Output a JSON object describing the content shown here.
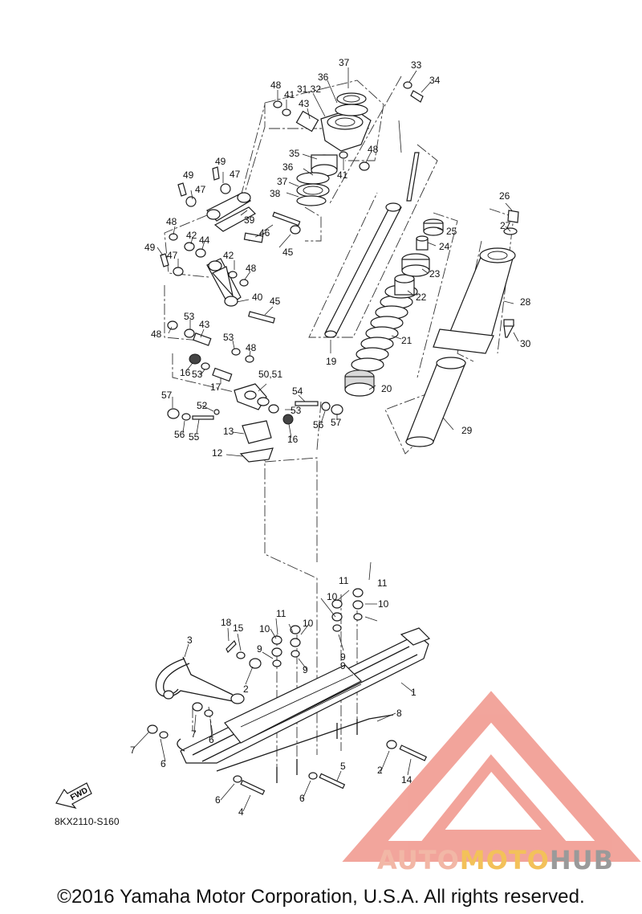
{
  "diagram": {
    "code": "8KX2110-S160",
    "fwd_label": "FWD",
    "copyright": "©2016 Yamaha Motor Corporation, U.S.A. All rights reserved.",
    "watermark": {
      "part_a": "AUTO",
      "part_b": "MOTO",
      "part_c": "HUB"
    },
    "colors": {
      "line": "#1a1a1a",
      "watermark_red": "#e85b4a",
      "watermark_yellow": "#f3c15a",
      "watermark_gray": "#9a9a9a"
    },
    "labels": [
      "1",
      "2",
      "2",
      "3",
      "4",
      "5",
      "6",
      "6",
      "6",
      "6",
      "7",
      "7",
      "8",
      "9",
      "9",
      "9",
      "9",
      "10",
      "10",
      "10",
      "10",
      "11",
      "11",
      "11",
      "12",
      "13",
      "14",
      "15",
      "16",
      "16",
      "17",
      "18",
      "19",
      "20",
      "21",
      "22",
      "23",
      "24",
      "25",
      "26",
      "27",
      "28",
      "29",
      "30",
      "31,32",
      "33",
      "34",
      "35",
      "36",
      "36",
      "37",
      "37",
      "38",
      "39",
      "40",
      "41",
      "41",
      "42",
      "42",
      "43",
      "43",
      "44",
      "45",
      "45",
      "46",
      "47",
      "47",
      "47",
      "48",
      "48",
      "48",
      "48",
      "48",
      "48",
      "49",
      "49",
      "49",
      "50,51",
      "52",
      "53",
      "53",
      "53",
      "53",
      "54",
      "55",
      "56",
      "56",
      "57",
      "57"
    ]
  }
}
